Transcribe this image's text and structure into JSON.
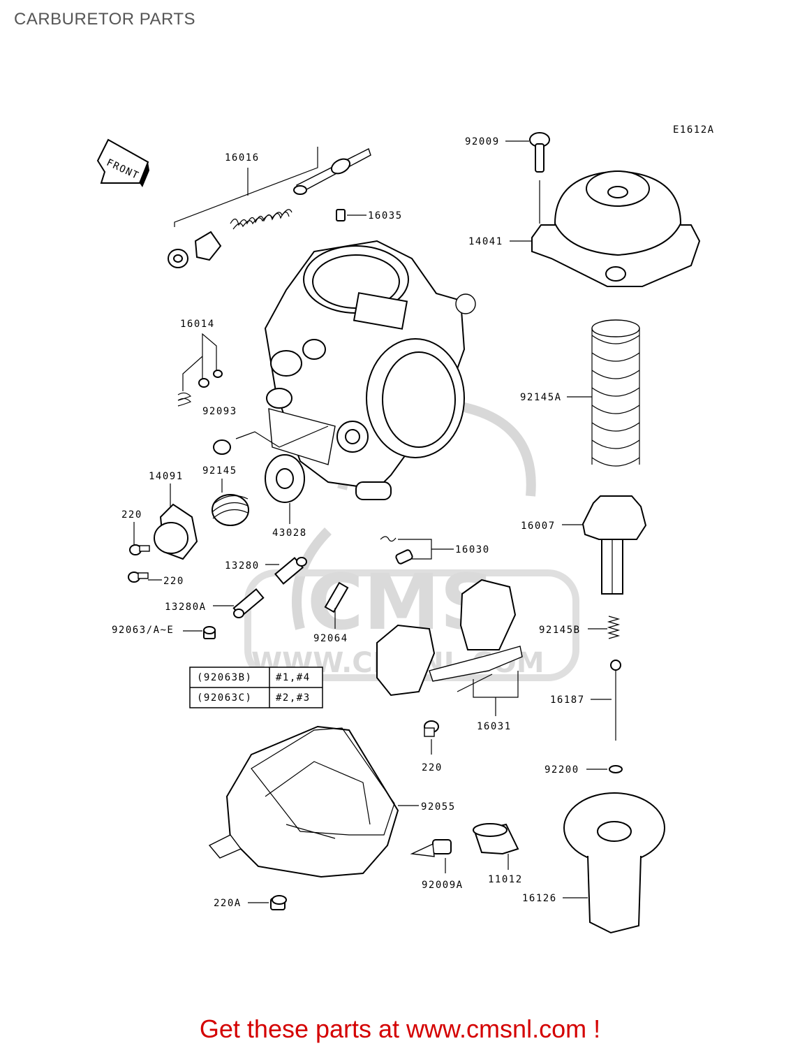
{
  "header": {
    "title": "CARBURETOR PARTS"
  },
  "diagram": {
    "code": "E1612A",
    "front_label": "FRONT",
    "part_labels": {
      "p16016": "16016",
      "p16035": "16035",
      "p16014": "16014",
      "p92093": "92093",
      "p92145": "92145",
      "p14091": "14091",
      "p220a": "220",
      "p220b": "220",
      "p43028": "43028",
      "p13280": "13280",
      "p13280A": "13280A",
      "p92063": "92063/A~E",
      "p92064": "92064",
      "p16030": "16030",
      "p92009": "92009",
      "p14041": "14041",
      "p92145A": "92145A",
      "p16007": "16007",
      "p92145B": "92145B",
      "p16187": "16187",
      "p92200": "92200",
      "p16031": "16031",
      "p220c": "220",
      "p92055": "92055",
      "p92009A": "92009A",
      "p11012": "11012",
      "p16126": "16126",
      "p220A": "220A"
    },
    "table": [
      {
        "part": "(92063B)",
        "cyl": "#1,#4"
      },
      {
        "part": "(92063C)",
        "cyl": "#2,#3"
      }
    ]
  },
  "watermark": {
    "brand": "CMS",
    "url": "WWW.CMSNL.COM"
  },
  "footer": {
    "text": "Get these parts at www.cmsnl.com !"
  },
  "colors": {
    "footer": "#d40000",
    "title": "#555555",
    "watermark": "#d4d4d4"
  }
}
